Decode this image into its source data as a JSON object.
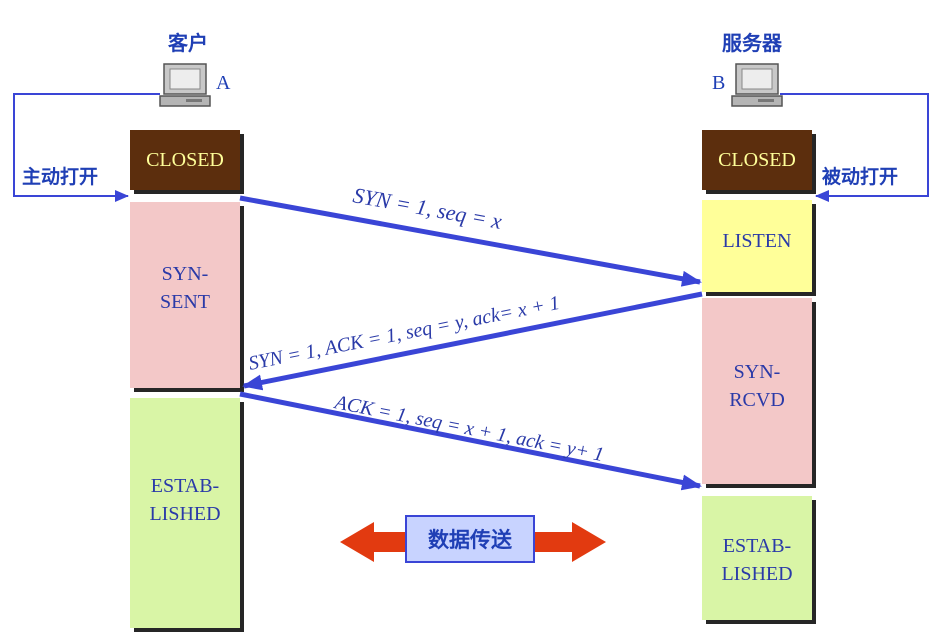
{
  "client": {
    "title": "客户",
    "letter": "A",
    "open_label": "主动打开"
  },
  "server": {
    "title": "服务器",
    "letter": "B",
    "open_label": "被动打开"
  },
  "client_states": {
    "closed": "CLOSED",
    "syn_sent": [
      "SYN-",
      "SENT"
    ],
    "established": [
      "ESTAB-",
      "LISHED"
    ]
  },
  "server_states": {
    "closed": "CLOSED",
    "listen": "LISTEN",
    "syn_rcvd": [
      "SYN-",
      "RCVD"
    ],
    "established": [
      "ESTAB-",
      "LISHED"
    ]
  },
  "messages": {
    "syn": "SYN = 1, seq = x",
    "syn_ack": "SYN = 1, ACK = 1, seq = y, ack= x + 1",
    "ack": "ACK = 1, seq = x + 1, ack = y+ 1"
  },
  "data_transfer_label": "数据传送",
  "colors": {
    "closed_fill": "#5c2e0a",
    "closed_text": "#ffff99",
    "pink_fill": "#f3c8c8",
    "green_fill": "#d9f5a6",
    "yellow_fill": "#ffff99",
    "state_text": "#2a3aa8",
    "arrow_blue": "#3a45d6",
    "label_blue": "#1f3fb5",
    "red_arrow": "#e23a10"
  },
  "icons": {
    "client_computer": "computer-icon",
    "server_computer": "computer-icon"
  }
}
